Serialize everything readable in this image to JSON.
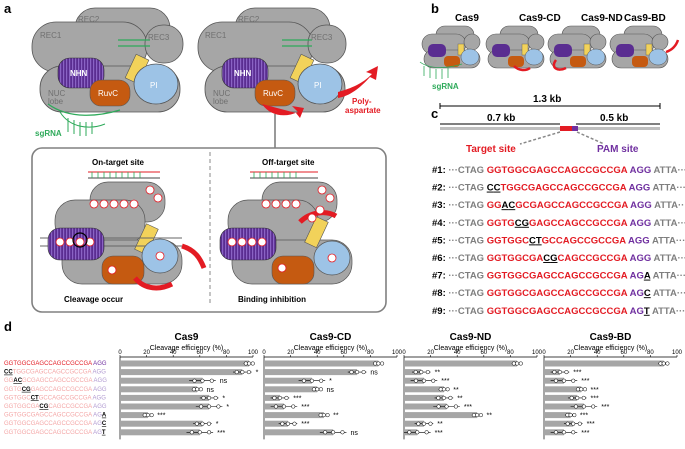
{
  "panels": {
    "a": "a",
    "b": "b",
    "c": "c",
    "d": "d"
  },
  "panel_a": {
    "domains": {
      "rec1": "REC1",
      "rec2": "REC2",
      "rec3": "REC3",
      "nhn": "NHN",
      "pi": "PI",
      "ruvc": "RuvC",
      "nuc": "NUC",
      "lobe": "lobe"
    },
    "sgrna": "sgRNA",
    "poly1": "Poly-",
    "poly2": "aspartate",
    "on_target": "On-target site",
    "off_target": "Off-target site",
    "cleavage": "Cleavage occur",
    "binding": "Binding inhibition"
  },
  "panel_b": {
    "variants": [
      "Cas9",
      "Cas9-CD",
      "Cas9-ND",
      "Cas9-BD"
    ],
    "sgrna": "sgRNA"
  },
  "panel_c": {
    "total": "1.3 kb",
    "left": "0.7 kb",
    "right": "0.5 kb",
    "target_site": "Target site",
    "pam_site": "PAM site",
    "rows": [
      {
        "label": "#1:",
        "pre": "···CTAG",
        "target": "GGTGGCGAGCCAGCCGCCGA",
        "pam": "AGG",
        "post": "ATTA···"
      },
      {
        "label": "#2:",
        "pre": "···CTAG",
        "target": "CCTGGCGAGCCAGCCGCCGA",
        "pam": "AGG",
        "post": "ATTA···"
      },
      {
        "label": "#3:",
        "pre": "···CTAG",
        "target": "GGACGCGAGCCAGCCGCCGA",
        "pam": "AGG",
        "post": "ATTA···"
      },
      {
        "label": "#4:",
        "pre": "···CTAG",
        "target": "GGTGCGGAGCCAGCCGCCGA",
        "pam": "AGG",
        "post": "ATTA···"
      },
      {
        "label": "#5:",
        "pre": "···CTAG",
        "target": "GGTGGCCTGCCAGCCGCCGA",
        "pam": "AGG",
        "post": "ATTA···"
      },
      {
        "label": "#6:",
        "pre": "···CTAG",
        "target": "GGTGGCGACGCAGCCGCCGA",
        "pam": "AGG",
        "post": "ATTA···"
      },
      {
        "label": "#7:",
        "pre": "···CTAG",
        "target": "GGTGGCGAGCCAGCCGCCGA",
        "pam": "AGA",
        "post": "ATTA···"
      },
      {
        "label": "#8:",
        "pre": "···CTAG",
        "target": "GGTGGCGAGCCAGCCGCCGA",
        "pam": "AGC",
        "post": "ATTA···"
      },
      {
        "label": "#9:",
        "pre": "···CTAG",
        "target": "GGTGGCGAGCCAGCCGCCGA",
        "pam": "AGT",
        "post": "ATTA···"
      }
    ]
  },
  "panel_d": {
    "seq_labels": [
      "GGTGGCGAGCCAGCCGCCGA AGG",
      "CCTGGCGAGCCAGCCGCCGA AGG",
      "GGACGCGAGCCAGCCGCCGA AGG",
      "GGTGCGGAGCCAGCCGCCGA AGG",
      "GGTGGCCTGCCAGCCGCCGA AGG",
      "GGTGGCGACGCAGCCGCCGA AGG",
      "GGTGGCGAGCCAGCCGCCGA AGA",
      "GGTGGCGAGCCAGCCGCCGA AGC",
      "GGTGGCGAGCCAGCCGCCGA AGT"
    ]
  },
  "chart_data": [
    {
      "type": "bar",
      "title": "Cas9",
      "xlabel": "Cleavage efficiency (%)",
      "xlim": [
        0,
        100
      ],
      "ticks": [
        0,
        20,
        40,
        60,
        80,
        100
      ],
      "values": [
        97,
        92,
        62,
        58,
        67,
        67,
        21,
        62,
        60
      ],
      "significance": [
        "",
        "*",
        "ns",
        "ns",
        "*",
        "*",
        "***",
        "*",
        "***"
      ]
    },
    {
      "type": "bar",
      "title": "Cas9-CD",
      "xlabel": "Cleavage efficiency (%)",
      "xlim": [
        0,
        100
      ],
      "ticks": [
        0,
        20,
        40,
        60,
        80,
        100
      ],
      "values": [
        86,
        70,
        36,
        40,
        12,
        15,
        45,
        18,
        52
      ],
      "significance": [
        "",
        "ns",
        "*",
        "ns",
        "***",
        "***",
        "**",
        "***",
        "ns"
      ]
    },
    {
      "type": "bar",
      "title": "Cas9-ND",
      "xlabel": "Cleavage efficiency (%)",
      "xlim": [
        0,
        100
      ],
      "ticks": [
        0,
        20,
        40,
        60,
        80,
        100
      ],
      "values": [
        85,
        13,
        15,
        30,
        30,
        32,
        55,
        15,
        10
      ],
      "significance": [
        "",
        "**",
        "***",
        "**",
        "**",
        "***",
        "**",
        "**",
        "***"
      ]
    },
    {
      "type": "bar",
      "title": "Cas9-BD",
      "xlabel": "Cleavage efficiency (%)",
      "xlim": [
        0,
        100
      ],
      "ticks": [
        0,
        20,
        40,
        60,
        80,
        100
      ],
      "values": [
        90,
        12,
        15,
        28,
        25,
        30,
        20,
        22,
        15
      ],
      "significance": [
        "",
        "***",
        "***",
        "***",
        "***",
        "***",
        "***",
        "***",
        "***"
      ]
    }
  ]
}
